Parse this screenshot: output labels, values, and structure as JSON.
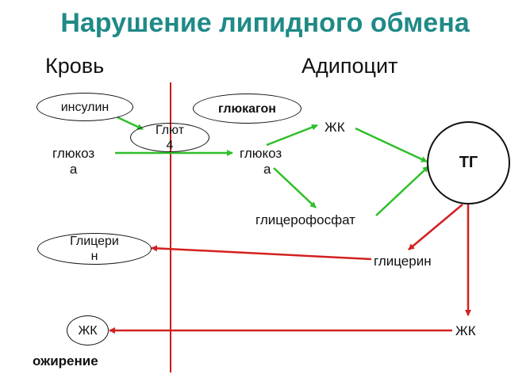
{
  "title": "Нарушение липидного обмена",
  "sections": {
    "blood": "Кровь",
    "adipocyte": "Адипоцит"
  },
  "nodes": {
    "insulin": "инсулин",
    "glucagon": "глюкагон",
    "glut_line1": "Глют",
    "glut_line2": "4",
    "glucose_blood_line1": "глюкоз",
    "glucose_blood_line2": "а",
    "glucose_cell_line1": "глюкоз",
    "glucose_cell_line2": "а",
    "fa_top": "ЖК",
    "tg": "ТГ",
    "glycerophosphate": "глицерофосфат",
    "glycerol_blood_line1": "Глицери",
    "glycerol_blood_line2": "н",
    "glycerol_cell": "глицерин",
    "fa_blood": "ЖК",
    "fa_cell": "ЖК",
    "obesity": "ожирение"
  },
  "colors": {
    "title": "#1f8a87",
    "green_arrow": "#2fbf2a",
    "red_arrow": "#d42020",
    "membrane": "#c91818"
  }
}
